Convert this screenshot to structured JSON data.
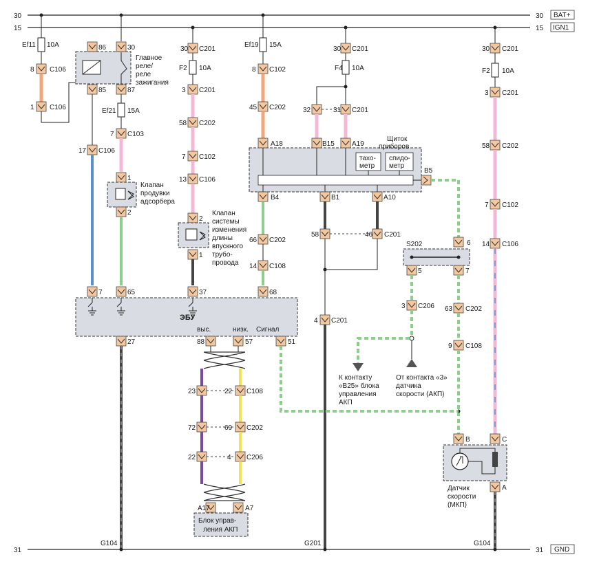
{
  "rails": {
    "bat_num": "30",
    "bat_label": "BAT+",
    "ign_num": "15",
    "ign_label": "IGN1",
    "gnd_num": "31",
    "gnd_label": "GND"
  },
  "fuses": {
    "ef11": "Ef11",
    "ef11_amp": "10A",
    "ef21": "Ef21",
    "ef21_amp": "15A",
    "ef19": "Ef19",
    "ef19_amp": "15A",
    "f2a": "F2",
    "f2a_amp": "10A",
    "f4": "F4",
    "f4_amp": "10A",
    "f2b": "F2",
    "f2b_amp": "10A"
  },
  "pins": {
    "p8": "8",
    "c106a": "C106",
    "p1": "1",
    "c106b": "C106",
    "p86": "86",
    "p30r": "30",
    "p85": "85",
    "p87": "87",
    "p7": "7",
    "c103": "C103",
    "p17": "17",
    "c106c": "C106",
    "p1v": "1",
    "p2v": "2",
    "p30a": "30",
    "c201a": "C201",
    "p3a": "3",
    "c201b": "C201",
    "p58a": "58",
    "c202a": "C202",
    "p7a": "7",
    "c102a": "C102",
    "p13": "13",
    "c106d": "C106",
    "p2b": "2",
    "p1b": "1",
    "p8b": "8",
    "c102b": "C102",
    "p45": "45",
    "c202b": "C202",
    "p30b": "30",
    "c201c": "C201",
    "p32": "32",
    "p31": "31",
    "c201d": "C201",
    "a18": "A18",
    "b15": "B15",
    "a19": "A19",
    "b5": "B5",
    "b4": "B4",
    "b1": "B1",
    "a10": "A10",
    "p66": "66",
    "c202c": "C202",
    "p14a": "14",
    "c108a": "C108",
    "p58b": "58",
    "p46": "46",
    "c201e": "C201",
    "s202": "S202",
    "p6": "6",
    "p5": "5",
    "p7s": "7",
    "p3s": "3",
    "c206a": "C206",
    "p63": "63",
    "c202d": "C202",
    "p9": "9",
    "c108b": "C108",
    "p4": "4",
    "c201f": "C201",
    "p30c": "30",
    "c201g": "C201",
    "p3c": "3",
    "c201h": "C201",
    "p58c": "58",
    "c202e": "C202",
    "p7c": "7",
    "c102c": "C102",
    "p14c": "14",
    "c106e": "C106",
    "e7": "7",
    "e65": "65",
    "e37": "37",
    "e68": "68",
    "e27": "27",
    "e88": "88",
    "e57": "57",
    "e51": "51",
    "p23": "23",
    "p22a": "22",
    "c108c": "C108",
    "p72": "72",
    "p69": "69",
    "c202f": "C202",
    "p22b": "22",
    "p4b": "4",
    "c206b": "C206",
    "a17": "A17",
    "a7": "A7",
    "sb": "B",
    "sc": "C",
    "sa": "A",
    "g104a": "G104",
    "g201": "G201",
    "g104b": "G104"
  },
  "labels": {
    "main_relay": [
      "Главное",
      "реле/",
      "реле",
      "зажигания"
    ],
    "purge_valve": [
      "Клапан",
      "продувки",
      "адсорбера"
    ],
    "intake_valve": [
      "Клапан",
      "системы",
      "изменения",
      "длины",
      "впускного",
      "трубо-",
      "провода"
    ],
    "cluster": [
      "Щиток",
      "приборов"
    ],
    "tach": [
      "тахо-",
      "метр"
    ],
    "speedo": [
      "спидо-",
      "метр"
    ],
    "ecu": "ЭБУ",
    "ecu_high": "выс.",
    "ecu_low": "низк.",
    "ecu_signal": "Сигнал",
    "to_b25": [
      "К контакту",
      "«В25» блока",
      "управления",
      "АКП"
    ],
    "from_3": [
      "От контакта «3»",
      "датчика",
      "скорости (АКП)"
    ],
    "tcm": [
      "Блок управ-",
      "ления АКП"
    ],
    "sensor": [
      "Датчик",
      "скорости",
      "(МКП)"
    ]
  },
  "colors": {
    "orange": "#f0a87a",
    "pink": "#f2b8d6",
    "blue": "#5b8fd0",
    "green": "#8bcf8b",
    "black": "#444444",
    "purple": "#7b4a9c",
    "yellow": "#f2e25a",
    "connector": "#f3c79f",
    "box": "#d9dde3"
  }
}
